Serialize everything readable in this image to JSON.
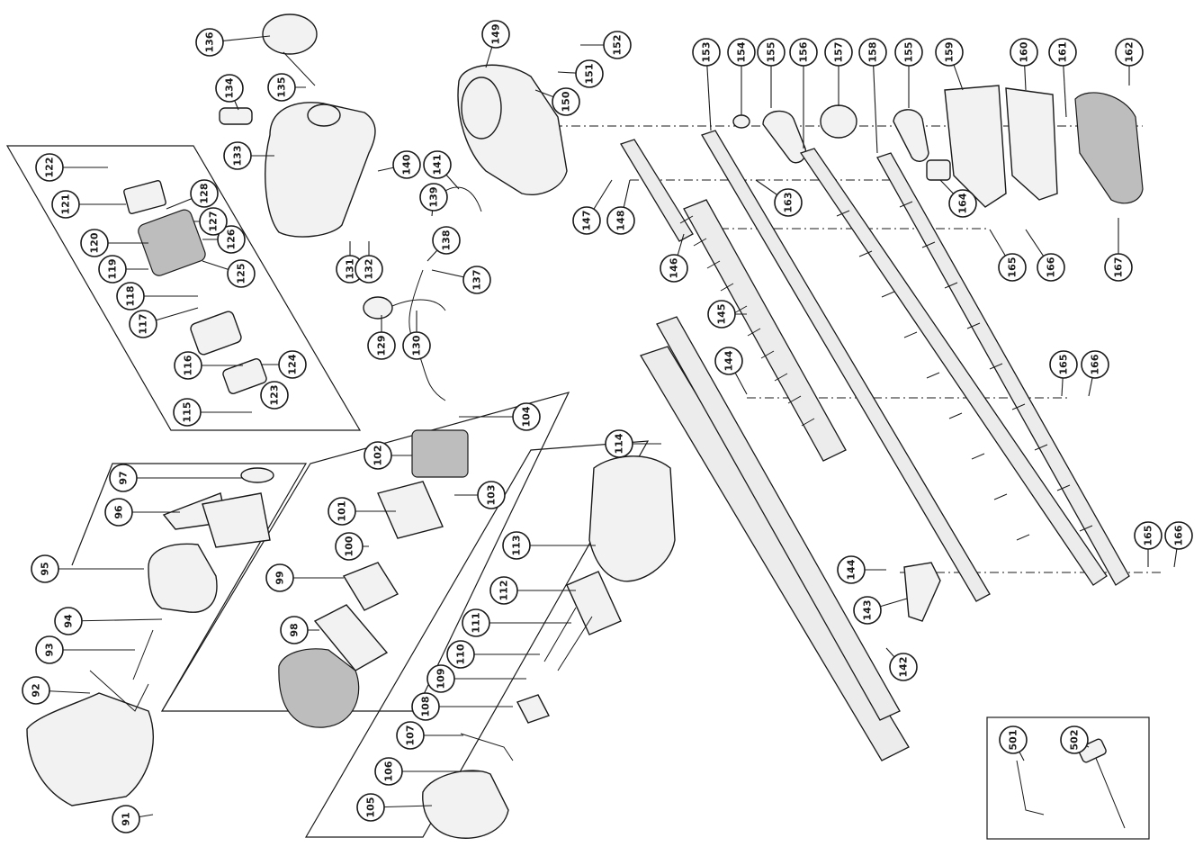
{
  "diagram": {
    "labels": [
      "91",
      "92",
      "93",
      "94",
      "95",
      "96",
      "97",
      "98",
      "99",
      "100",
      "101",
      "102",
      "103",
      "104",
      "105",
      "106",
      "107",
      "108",
      "109",
      "110",
      "111",
      "112",
      "113",
      "114",
      "115",
      "116",
      "117",
      "118",
      "119",
      "120",
      "121",
      "122",
      "123",
      "124",
      "125",
      "126",
      "127",
      "128",
      "129",
      "130",
      "131",
      "132",
      "133",
      "134",
      "135",
      "136",
      "137",
      "138",
      "139",
      "140",
      "141",
      "142",
      "143",
      "144",
      "144",
      "145",
      "146",
      "147",
      "148",
      "149",
      "150",
      "151",
      "152",
      "153",
      "154",
      "155",
      "155",
      "156",
      "157",
      "158",
      "159",
      "160",
      "161",
      "162",
      "163",
      "164",
      "165",
      "165",
      "165",
      "166",
      "166",
      "166",
      "167",
      "501",
      "502"
    ]
  }
}
